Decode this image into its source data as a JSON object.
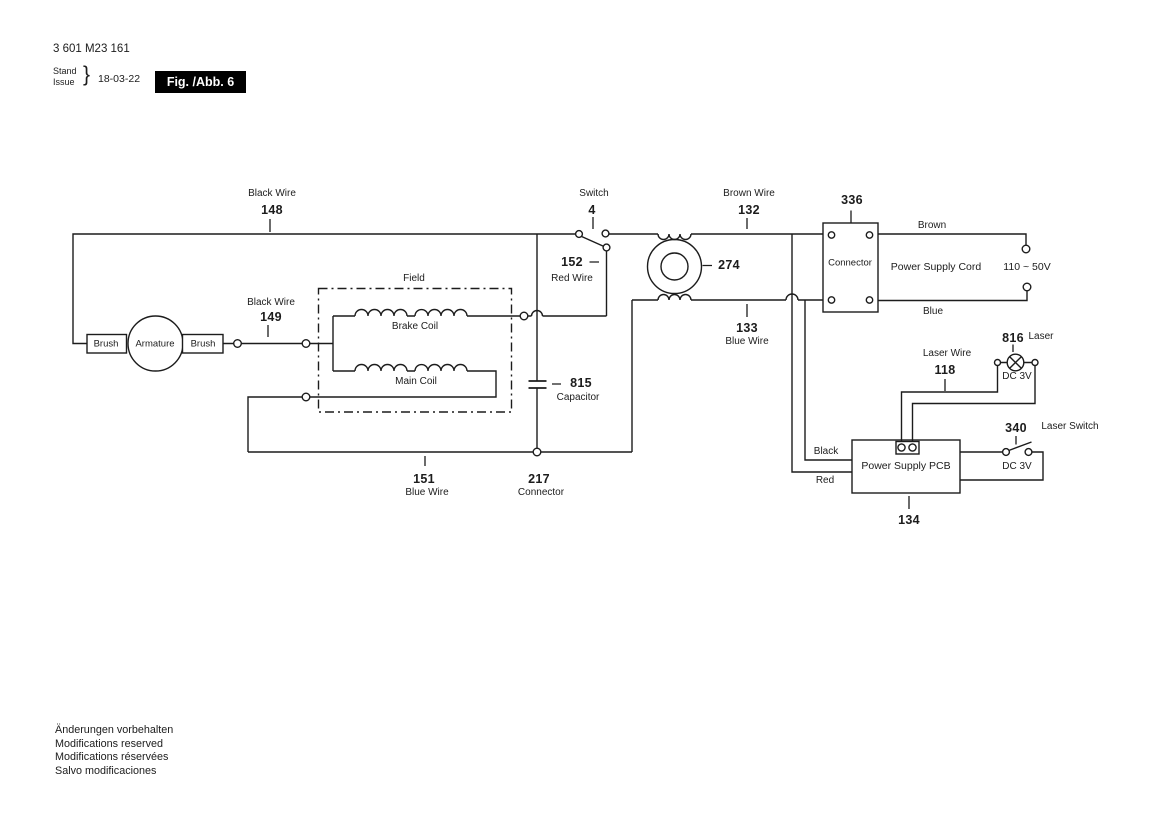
{
  "header": {
    "part_number": "3 601 M23 161",
    "stand": "Stand",
    "issue": "Issue",
    "brace": "}",
    "date": "18-03-22",
    "figure": "Fig. /Abb. 6"
  },
  "colors": {
    "ink": "#1c1c1c",
    "figure_bg": "#000000",
    "figure_fg": "#ffffff"
  },
  "motor": {
    "brush_left": "Brush",
    "armature": "Armature",
    "brush_right": "Brush"
  },
  "field": {
    "title": "Field",
    "brake_coil": "Brake Coil",
    "main_coil": "Main Coil"
  },
  "wires": {
    "w148": {
      "name": "Black Wire",
      "num": "148"
    },
    "w149": {
      "name": "Black Wire",
      "num": "149"
    },
    "sw4": {
      "name": "Switch",
      "num": "4"
    },
    "w152": {
      "num": "152",
      "name": "Red Wire"
    },
    "choke": {
      "num": "274"
    },
    "w132": {
      "name": "Brown Wire",
      "num": "132"
    },
    "w133": {
      "num": "133",
      "name": "Blue Wire"
    },
    "cap": {
      "num": "815",
      "name": "Capacitor"
    },
    "w151": {
      "num": "151",
      "name": "Blue Wire"
    },
    "c217": {
      "num": "217",
      "name": "Connector"
    },
    "c336": {
      "num": "336",
      "name": "Connector"
    }
  },
  "cord": {
    "brown": "Brown",
    "blue": "Blue",
    "label": "Power Supply Cord",
    "rating": "110 ~ 50V"
  },
  "laser": {
    "lamp_num": "816",
    "lamp_name": "Laser",
    "lamp_rating": "DC 3V",
    "wire_name": "Laser Wire",
    "wire_num": "118",
    "switch_num": "340",
    "switch_name": "Laser Switch",
    "switch_rating": "DC 3V"
  },
  "pcb": {
    "label": "Power Supply PCB",
    "num": "134",
    "tap_black": "Black",
    "tap_red": "Red"
  },
  "footer": {
    "lines": [
      "Änderungen vorbehalten",
      "Modifications reserved",
      "Modifications réservées",
      "Salvo modificaciones"
    ]
  }
}
